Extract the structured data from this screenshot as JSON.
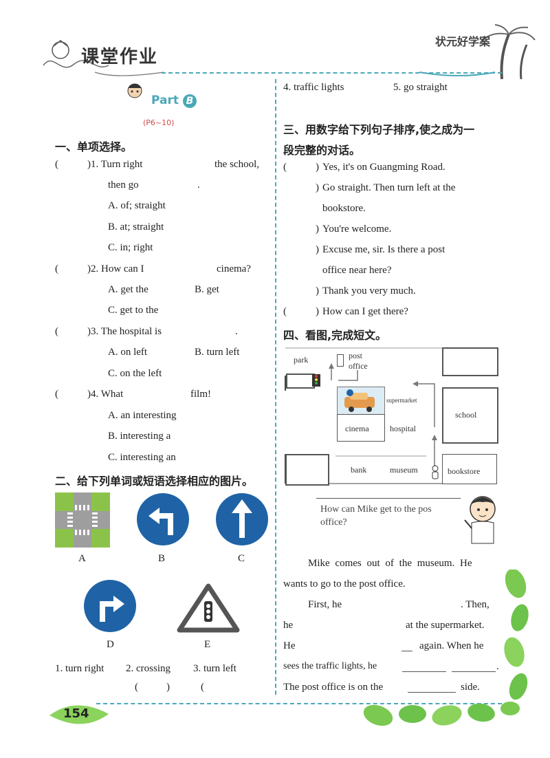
{
  "header": {
    "title": "课堂作业",
    "logo_text": "状元好学案",
    "part_label": "Part",
    "part_letter": "B",
    "pages": "(P6~10)"
  },
  "right_top": {
    "item4": "4. traffic lights",
    "item5": "5. go straight"
  },
  "section1": {
    "title": "一、单项选择。",
    "q1": {
      "paren": "(",
      "paren_close": ")1. Turn right",
      "after": "the school,",
      "line2": "then go",
      "line2_end": ".",
      "a": "A. of; straight",
      "b": "B. at; straight",
      "c": "C. in; right"
    },
    "q2": {
      "paren": "(",
      "paren_close": ")2. How can I",
      "after": "cinema?",
      "a": "A. get the",
      "b": "B. get",
      "c": "C. get to the"
    },
    "q3": {
      "paren": "(",
      "paren_close": ")3. The hospital is",
      "after": ".",
      "a": "A. on left",
      "b": "B. turn left",
      "c": "C. on the left"
    },
    "q4": {
      "paren": "(",
      "paren_close": ")4. What",
      "after": "film!",
      "a": "A. an interesting",
      "b": "B. interesting a",
      "c": "C. interesting an"
    }
  },
  "section2": {
    "title": "二、给下列单词或短语选择相应的图片。",
    "labels": [
      "A",
      "B",
      "C",
      "D",
      "E"
    ],
    "items": [
      "1. turn right",
      "2. crossing",
      "3. turn left"
    ],
    "parens": [
      "(",
      ")",
      "("
    ]
  },
  "section3": {
    "title_line1": "三、用数字给下列句子排序,使之成为一",
    "title_line2": "段完整的对话。",
    "s1": "Yes, it's on Guangming Road.",
    "s2": "Go straight. Then turn left at the",
    "s2b": "bookstore.",
    "s3": "You're welcome.",
    "s4": "Excuse me, sir. Is there a post",
    "s4b": "office near here?",
    "s5": "Thank you very much.",
    "s6": "How can I get there?",
    "paren_open": "(",
    "paren_close": ")"
  },
  "section4": {
    "title": "四、看图,完成短文。",
    "map": {
      "park": "park",
      "post": "post",
      "office": "office",
      "supermarket": "supermarket",
      "school": "school",
      "cinema": "cinema",
      "hospital": "hospital",
      "bank": "bank",
      "museum": "museum",
      "bookstore": "bookstore"
    },
    "bubble": "How can Mike get to the pos office?",
    "p1": "Mike comes out of the museum. He",
    "p2": "wants to go to the post office.",
    "p3a": "First, he",
    "p3b": ". Then,",
    "p4a": "he",
    "p4b": "at the supermarket.",
    "p5a": "He",
    "p5b": "again. When he",
    "p6a": "sees the traffic lights, he",
    "p6b": ".",
    "p7a": "The post office is on the",
    "p7b": "side."
  },
  "page_number": "154",
  "colors": {
    "accent": "#4aa8b8",
    "sign_blue": "#1f63a6",
    "leaf_green": "#6cc24a"
  }
}
